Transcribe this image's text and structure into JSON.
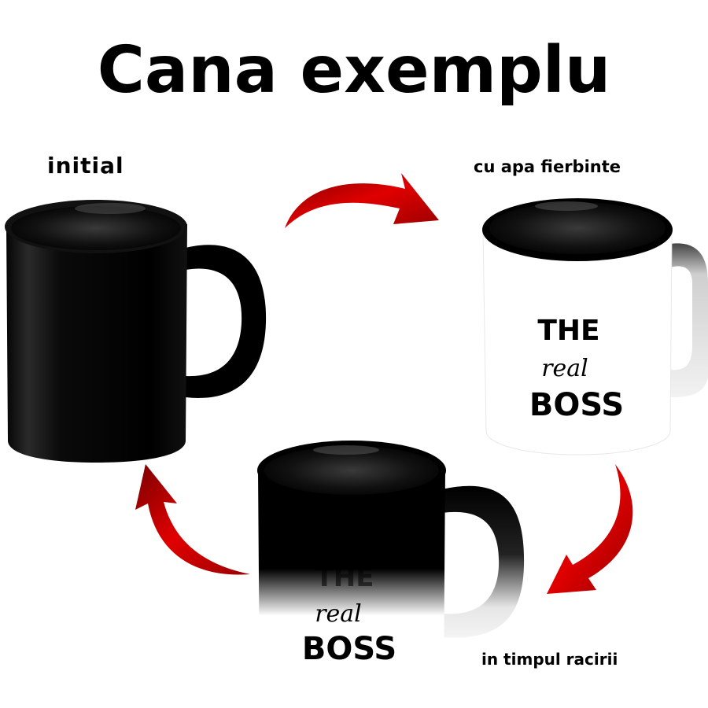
{
  "title": "Cana exemplu",
  "stages": {
    "initial": "initial",
    "hot": "cu apa fierbinte",
    "cooling": "in timpul racirii"
  },
  "mug_print": {
    "line1": "THE",
    "line2": "real",
    "line3": "BOSS"
  },
  "colors": {
    "mug_black": "#000000",
    "mug_white": "#ffffff",
    "arrow_red": "#d40000"
  }
}
